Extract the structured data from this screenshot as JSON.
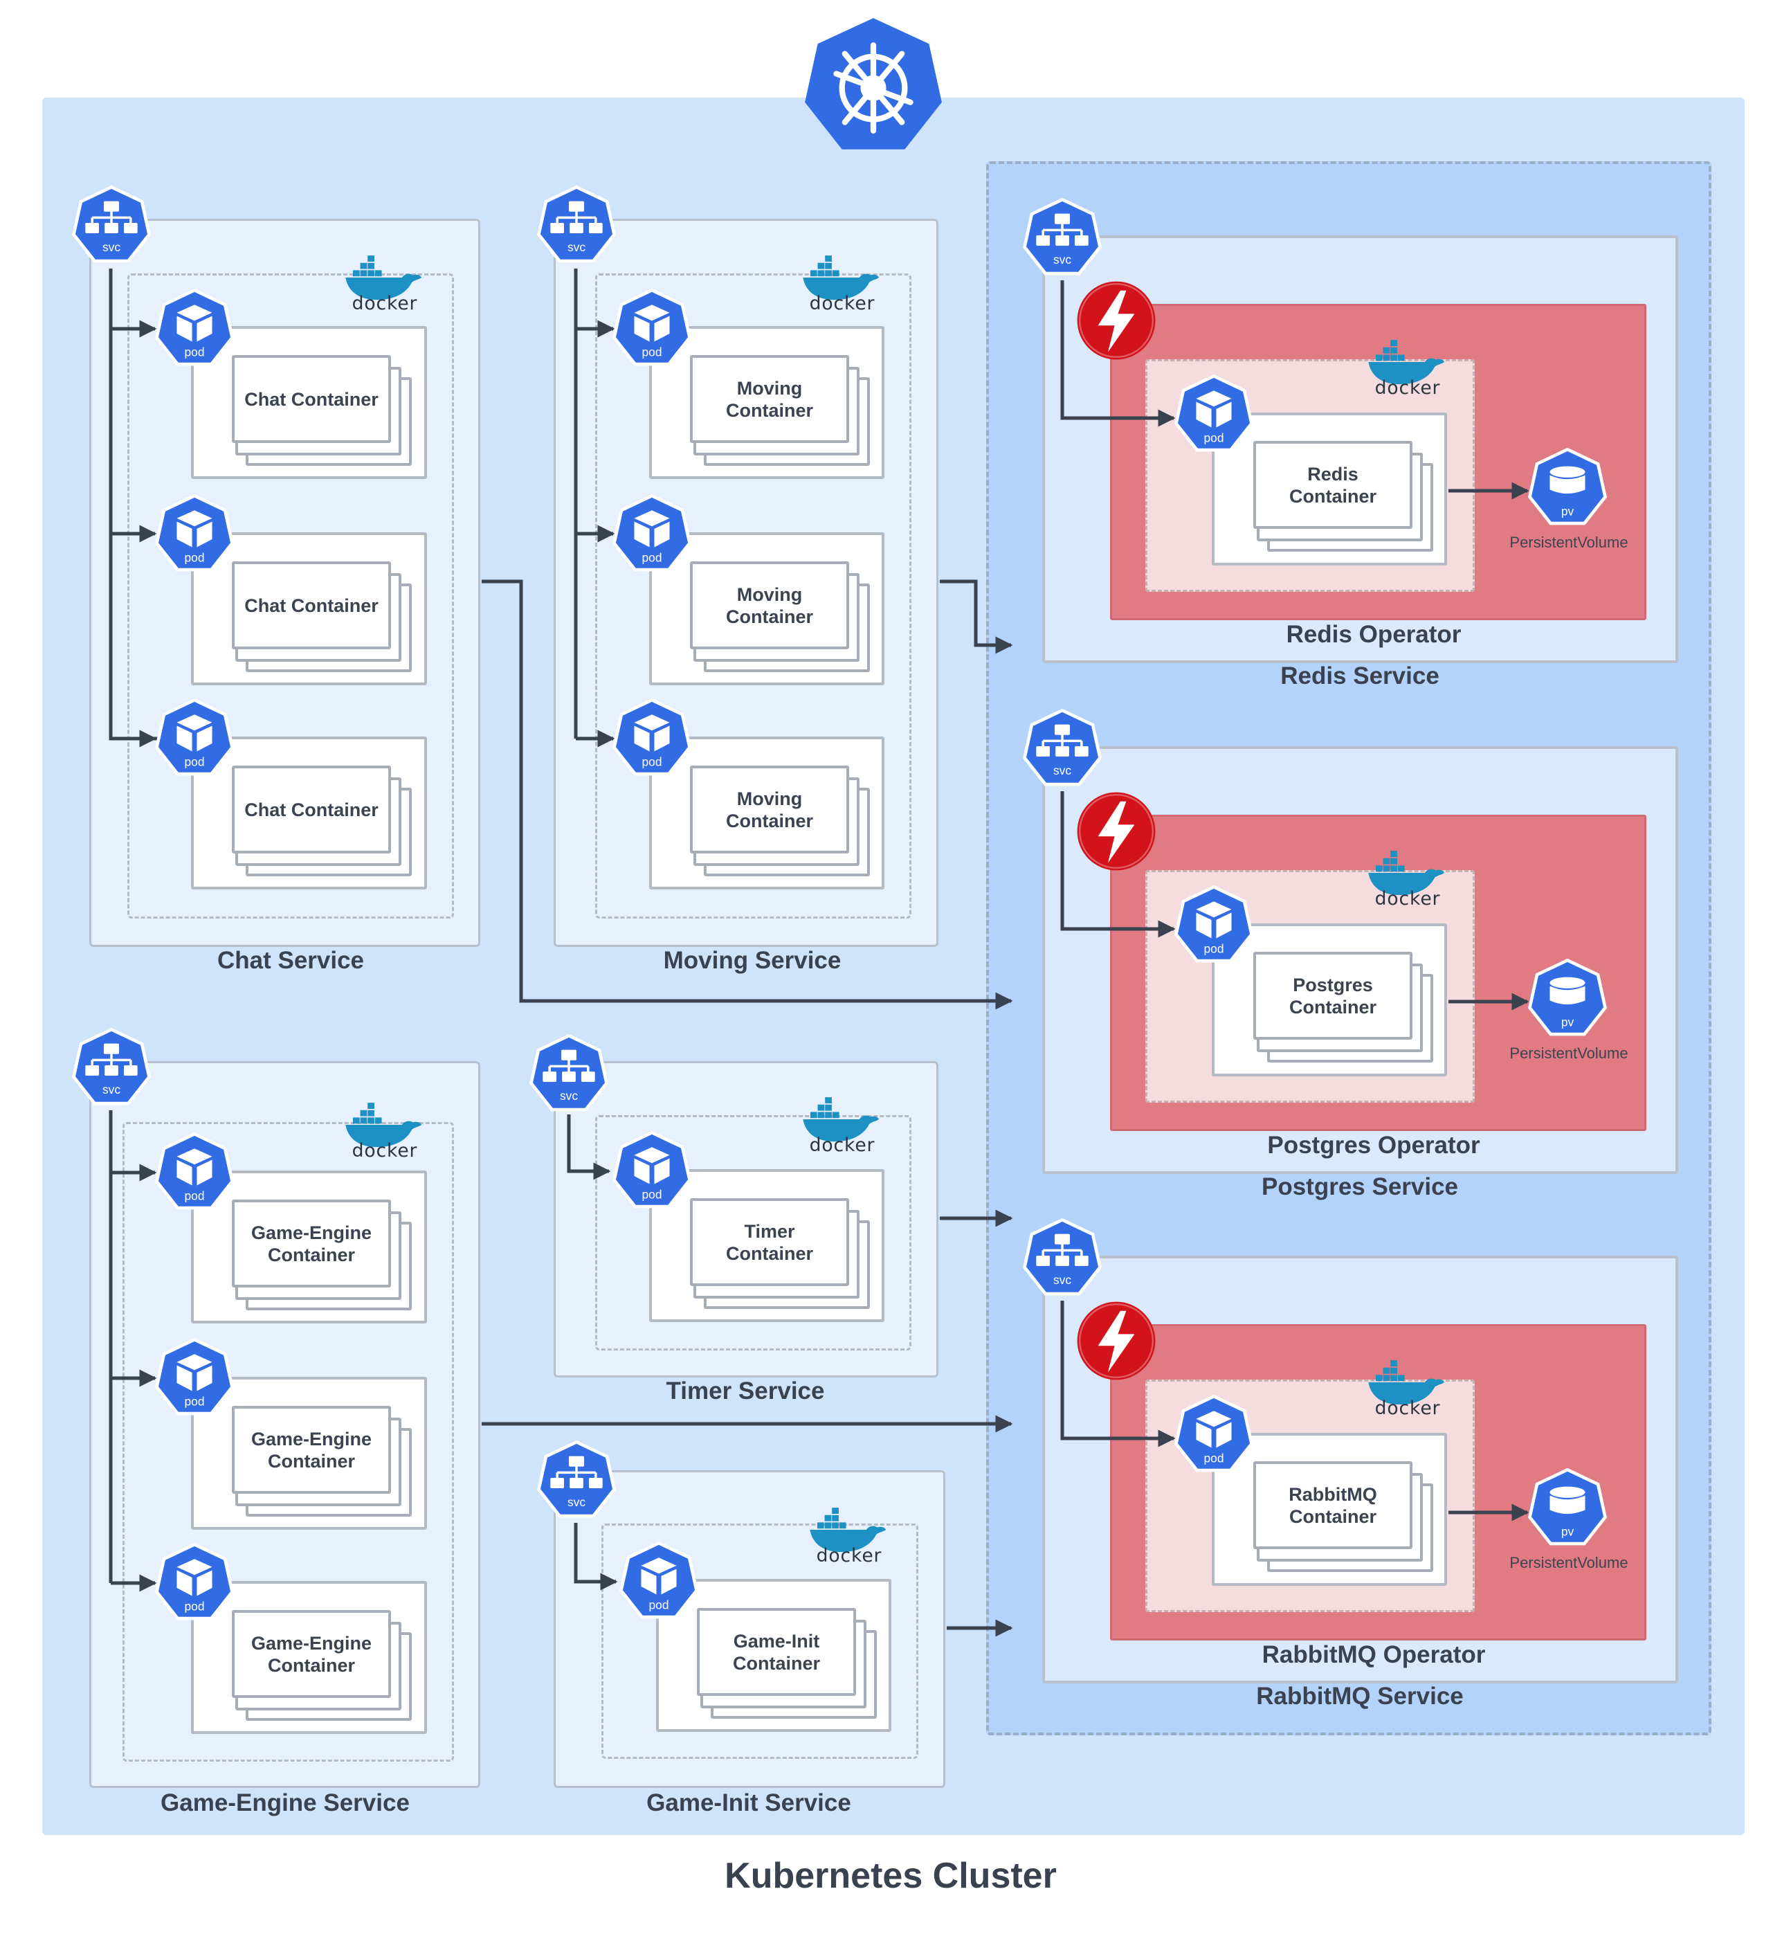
{
  "title": "Kubernetes Cluster",
  "colors": {
    "cluster_bg": "#cfe3fb",
    "k8s_blue": "#326ce5",
    "operator_red": "#e07a83",
    "operator_pink": "#f5dcdf",
    "arrow": "#3a4250"
  },
  "icons": {
    "k8s": "kubernetes-helm-icon",
    "svc": "svc",
    "pod": "pod",
    "pv": "pv",
    "docker": "docker",
    "operator": "operator-lightning-icon"
  },
  "services": [
    {
      "name": "Chat Service",
      "containers": [
        "Chat Container",
        "Chat Container",
        "Chat Container"
      ]
    },
    {
      "name": "Moving Service",
      "containers": [
        "Moving Container",
        "Moving Container",
        "Moving Container"
      ]
    },
    {
      "name": "Game-Engine Service",
      "containers": [
        "Game-Engine Container",
        "Game-Engine Container",
        "Game-Engine Container"
      ]
    },
    {
      "name": "Timer Service",
      "containers": [
        "Timer Container"
      ]
    },
    {
      "name": "Game-Init Service",
      "containers": [
        "Game-Init Container"
      ]
    }
  ],
  "backing_services": [
    {
      "name": "Redis Service",
      "operator": "Redis Operator",
      "container": "Redis Container",
      "volume": "PersistentVolume"
    },
    {
      "name": "Postgres Service",
      "operator": "Postgres Operator",
      "container": "Postgres Container",
      "volume": "PersistentVolume"
    },
    {
      "name": "RabbitMQ Service",
      "operator": "RabbitMQ Operator",
      "container": "RabbitMQ Container",
      "volume": "PersistentVolume"
    }
  ],
  "connections": [
    {
      "from": "Chat Service",
      "to": "Postgres Service"
    },
    {
      "from": "Moving Service",
      "to": "Redis Service"
    },
    {
      "from": "Timer Service",
      "to": "Postgres Service"
    },
    {
      "from": "Game-Engine Service",
      "to": "RabbitMQ Service"
    },
    {
      "from": "Game-Init Service",
      "to": "RabbitMQ Service"
    }
  ]
}
